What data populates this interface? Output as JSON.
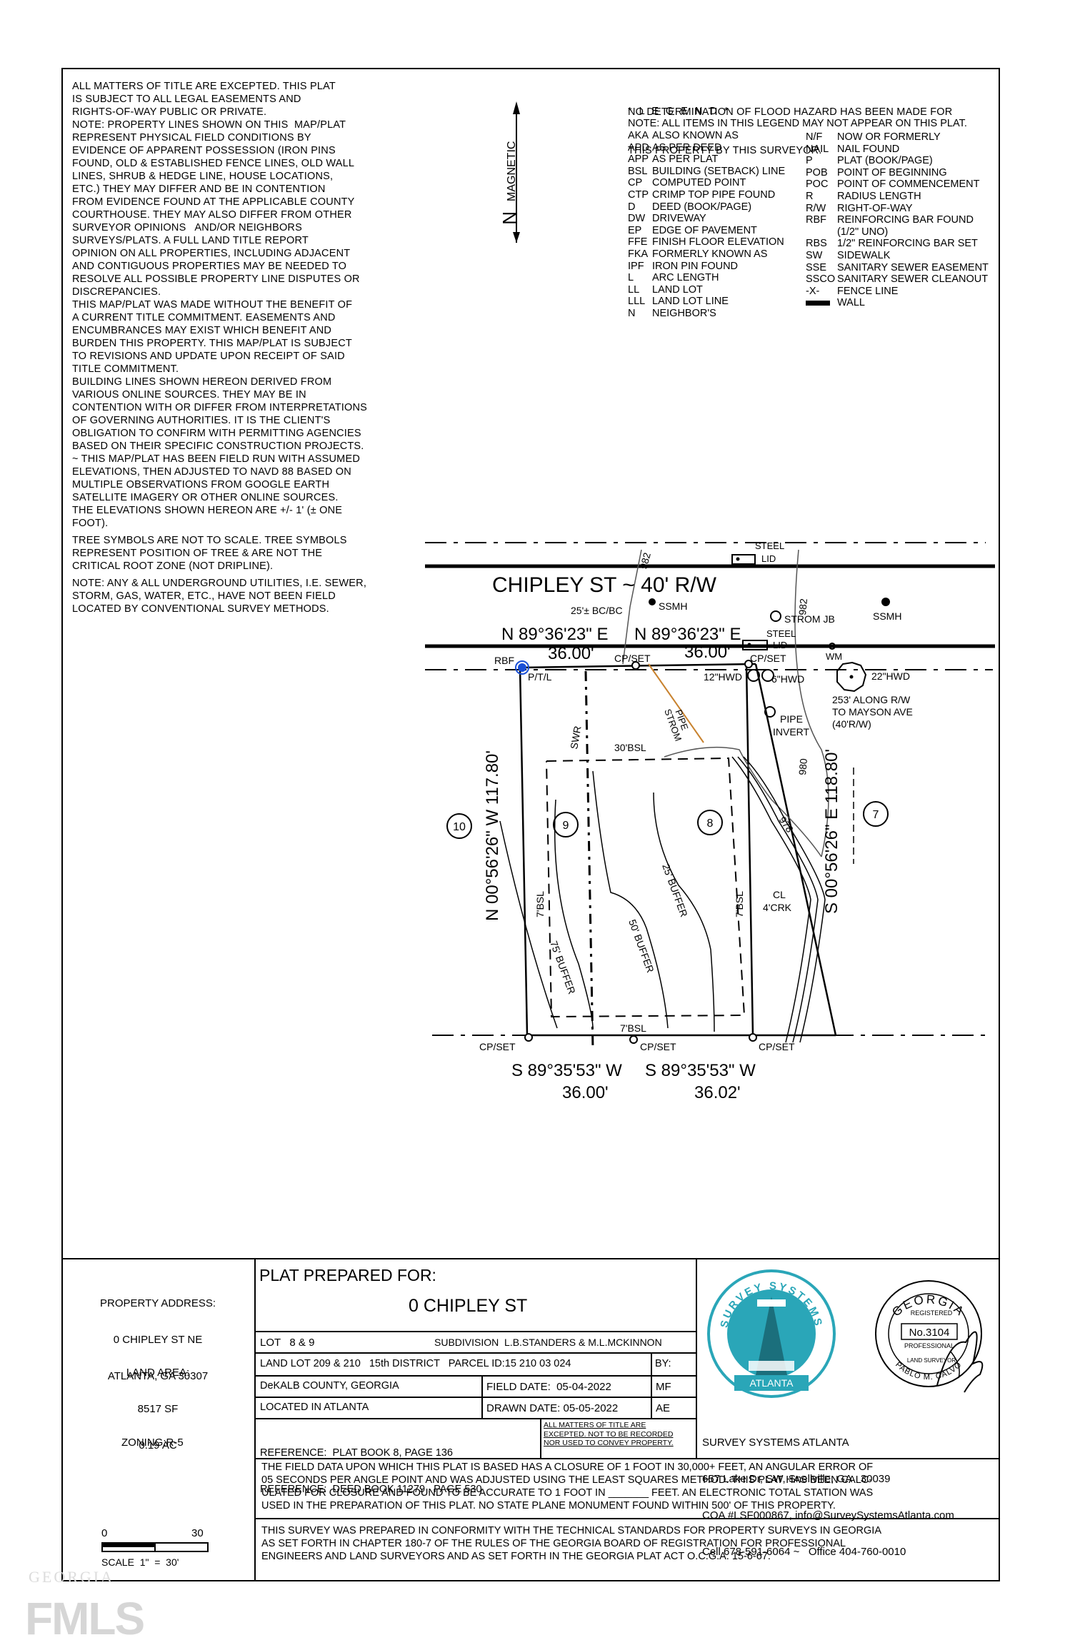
{
  "notes_left": [
    "ALL MATTERS OF TITLE ARE EXCEPTED. THIS PLAT",
    "IS SUBJECT TO ALL LEGAL EASEMENTS AND",
    "RIGHTS-OF-WAY PUBLIC OR PRIVATE.",
    "NOTE: PROPERTY LINES SHOWN ON THIS  MAP/PLAT",
    "REPRESENT PHYSICAL FIELD CONDITIONS BY",
    "EVIDENCE OF APPARENT POSSESSION (IRON PINS",
    "FOUND, OLD & ESTABLISHED FENCE LINES, OLD WALL",
    "LINES, SHRUB & HEDGE LINE, HOUSE LOCATIONS,",
    "ETC.) THEY MAY DIFFER AND BE IN CONTENTION",
    "FROM EVIDENCE FOUND AT THE APPLICABLE COUNTY",
    "COURTHOUSE. THEY MAY ALSO DIFFER FROM OTHER",
    "SURVEYOR OPINIONS   AND/OR NEIGHBORS",
    "SURVEYS/PLATS. A FULL LAND TITLE REPORT",
    "OPINION ON ALL PROPERTIES, INCLUDING ADJACENT",
    "AND CONTIGUOUS PROPERTIES MAY BE NEEDED TO",
    "RESOLVE ALL POSSIBLE PROPERTY LINE DISPUTES OR",
    "DISCREPANCIES.",
    "THIS MAP/PLAT WAS MADE WITHOUT THE BENEFIT OF",
    "A CURRENT TITLE COMMITMENT. EASEMENTS AND",
    "ENCUMBRANCES MAY EXIST WHICH BENEFIT AND",
    "BURDEN THIS PROPERTY. THIS MAP/PLAT IS SUBJECT",
    "TO REVISIONS AND UPDATE UPON RECEIPT OF SAID",
    "TITLE COMMITMENT.",
    "BUILDING LINES SHOWN HEREON DERIVED FROM",
    "VARIOUS ONLINE SOURCES. THEY MAY BE IN",
    "CONTENTION WITH OR DIFFER FROM INTERPRETATIONS",
    "OF GOVERNING AUTHORITIES. IT IS THE CLIENT'S",
    "OBLIGATION TO CONFIRM WITH PERMITTING AGENCIES",
    "BASED ON THEIR SPECIFIC CONSTRUCTION PROJECTS.",
    "~ THIS MAP/PLAT HAS BEEN FIELD RUN WITH ASSUMED",
    "ELEVATIONS, THEN ADJUSTED TO NAVD 88 BASED ON",
    "MULTIPLE OBSERVATIONS FROM GOOGLE EARTH",
    "SATELLITE IMAGERY OR OTHER ONLINE SOURCES.",
    "THE ELEVATIONS SHOWN HEREON ARE +/- 1' (± ONE",
    "FOOT).",
    "",
    "TREE SYMBOLS ARE NOT TO SCALE. TREE SYMBOLS",
    "REPRESENT POSITION OF TREE & ARE NOT THE",
    "CRITICAL ROOT ZONE (NOT DRIPLINE).",
    "",
    "NOTE: ANY & ALL UNDERGROUND UTILITIES, I.E. SEWER,",
    "STORM, GAS, WATER, ETC., HAVE NOT BEEN FIELD",
    "LOCATED BY CONVENTIONAL SURVEY METHODS."
  ],
  "flood_note": [
    "NO DETERMINATION OF FLOOD HAZARD HAS BEEN MADE FOR",
    "THIS PROPERTY BY THIS SURVEYOR."
  ],
  "north_arrow": {
    "label": "MAGNETIC",
    "letter": "N"
  },
  "legend": {
    "title": "* L E G E N D *",
    "note": "NOTE: ALL ITEMS IN THIS LEGEND MAY NOT APPEAR ON THIS PLAT.",
    "left": [
      [
        "AKA",
        "ALSO KNOWN AS"
      ],
      [
        "APD",
        "AS PER DEED"
      ],
      [
        "APP",
        "AS PER PLAT"
      ],
      [
        "BSL",
        "BUILDING (SETBACK) LINE"
      ],
      [
        "CP",
        "COMPUTED POINT"
      ],
      [
        "CTP",
        "CRIMP TOP PIPE FOUND"
      ],
      [
        "D",
        "DEED (BOOK/PAGE)"
      ],
      [
        "DW",
        "DRIVEWAY"
      ],
      [
        "EP",
        "EDGE OF PAVEMENT"
      ],
      [
        "FFE",
        "FINISH FLOOR ELEVATION"
      ],
      [
        "FKA",
        "FORMERLY KNOWN AS"
      ],
      [
        "IPF",
        "IRON PIN FOUND"
      ],
      [
        "L",
        "ARC LENGTH"
      ],
      [
        "LL",
        "LAND LOT"
      ],
      [
        "LLL",
        "LAND LOT LINE"
      ],
      [
        "N",
        "NEIGHBOR'S"
      ]
    ],
    "right": [
      [
        "N/F",
        "NOW OR FORMERLY"
      ],
      [
        "NAIL",
        "NAIL FOUND"
      ],
      [
        "P",
        "PLAT (BOOK/PAGE)"
      ],
      [
        "POB",
        "POINT OF BEGINNING"
      ],
      [
        "POC",
        "POINT OF COMMENCEMENT"
      ],
      [
        "R",
        "RADIUS LENGTH"
      ],
      [
        "R/W",
        "RIGHT-OF-WAY"
      ],
      [
        "RBF",
        "REINFORCING BAR FOUND"
      ],
      [
        "",
        "(1/2\" UNO)"
      ],
      [
        "RBS",
        "1/2\" REINFORCING BAR SET"
      ],
      [
        "SW",
        "SIDEWALK"
      ],
      [
        "SSE",
        "SANITARY SEWER EASEMENT"
      ],
      [
        "SSCO",
        "SANITARY SEWER CLEANOUT"
      ],
      [
        "-X-",
        "FENCE LINE"
      ],
      [
        "",
        "WALL"
      ]
    ]
  },
  "plan": {
    "street": "CHIPLEY ST ~ 40' R/W",
    "steel_lid": "STEEL\nLID",
    "contour_982": "982",
    "bc": "25'± BC/BC",
    "ssmh": "SSMH",
    "storm_jb": "STROM JB",
    "wm": "WM",
    "north_brg_left": "N 89°36'23\" E",
    "north_brg_right": "N 89°36'23\" E",
    "north_dist_left": "36.00'",
    "north_dist_right": "36.00'",
    "cp_set": "CP/SET",
    "rbf": "RBF",
    "ptl": "P/T/L",
    "hwd12": "12\"HWD",
    "hwd6": "6\"HWD",
    "hwd22": "22\"HWD",
    "along": "253' ALONG R/W\nTO MAYSON AVE\n(40'R/W)",
    "pipe_invert": "PIPE\nINVERT",
    "storm_pipe": "STROM\nPIPE",
    "swr": "SWR",
    "bsl30": "30'BSL",
    "bsl7": "7'BSL",
    "contour_980": "980",
    "contour_978": "978",
    "west_brg": "N 00°56'26\" W  117.80'",
    "east_brg": "S 00°56'26\" E  118.80'",
    "lot10": "10",
    "lot9": "9",
    "lot8": "8",
    "lot7": "7",
    "buffer75": "75' BUFFER",
    "buffer50": "50' BUFFER",
    "buffer25": "25' BUFFER",
    "cl_crk": "CL\n4'CRK",
    "south_brg_left": "S 89°35'53\" W",
    "south_brg_right": "S 89°35'53\" W",
    "south_dist_left": "36.00'",
    "south_dist_right": "36.02'"
  },
  "title_block": {
    "property_address_label": "PROPERTY ADDRESS:",
    "address1": "0 CHIPLEY ST NE",
    "address2": "ATLANTA, GA 30307",
    "land_area_label": "LAND AREA:",
    "land_sf": "8517 SF",
    "land_ac": "0.19 AC",
    "zoning": "ZONING:R-5",
    "scale_0": "0",
    "scale_30": "30",
    "scale_label": "SCALE  1\"  =  30'",
    "prepared_for_label": "PLAT PREPARED FOR:",
    "prepared_for": "0 CHIPLEY ST",
    "lot": "LOT   8 & 9",
    "subdivision": "SUBDIVISION  L.B.STANDERS & M.L.MCKINNON",
    "land_lot": "LAND LOT 209 & 210   15th DISTRICT   PARCEL ID:15 210 03 024",
    "by": "BY:",
    "county": "DeKALB COUNTY, GEORGIA",
    "field_date": "FIELD DATE:  05-04-2022",
    "field_initials": "MF",
    "located": "LOCATED IN ATLANTA",
    "drawn_date": "DRAWN DATE: 05-05-2022",
    "drawn_initials": "AE",
    "ref1": "REFERENCE:  PLAT BOOK 8, PAGE 136",
    "ref2": "REFERENCE:  DEED BOOK 11279 , PAGE 530",
    "title_note": "ALL MATTERS OF TITLE ARE\nEXCEPTED. NOT TO BE RECORDED\nNOR USED TO CONVEY PROPERTY.",
    "firm_name": "SURVEY SYSTEMS ATLANTA",
    "firm_addr": "657 Lake Dr, SW, Snellville, GA   30039",
    "firm_coa": "COA #LSF000867, info@SurveySystemsAtlanta.com",
    "firm_phone": "Cell 678-591-6064 ~   Office 404-760-0010",
    "logo_top": "SURVEY SYSTEMS",
    "logo_bottom": "ATLANTA",
    "seal_state": "GEORGIA",
    "seal_registered": "REGISTERED",
    "seal_no": "No.3104",
    "seal_professional": "PROFESSIONAL",
    "seal_name": "PABLO M. CALVO",
    "seal_land": "LAND SURVEYOR",
    "closure_note": "THE FIELD DATA UPON WHICH THIS PLAT IS BASED HAS A CLOSURE OF 1 FOOT IN 30,000+ FEET, AN ANGULAR ERROR OF\n05 SECONDS PER ANGLE POINT AND WAS ADJUSTED USING THE LEAST SQUARES METHOD. THIS PLAT HAS BEEN CALC-\nULATED FOR CLOSURE AND FOUND TO BE ACCURATE TO 1 FOOT IN _______ FEET. AN ELECTRONIC TOTAL STATION WAS\nUSED IN THE PREPARATION OF THIS PLAT. NO STATE PLANE MONUMENT FOUND WITHIN 500' OF THIS PROPERTY.",
    "conformity_note": "THIS SURVEY WAS PREPARED IN CONFORMITY WITH THE TECHNICAL STANDARDS FOR PROPERTY SURVEYS IN GEORGIA\nAS SET FORTH IN CHAPTER 180-7 OF THE RULES OF THE GEORGIA BOARD OF REGISTRATION FOR PROFESSIONAL\nENGINEERS AND LAND SURVEYORS AND AS SET FORTH IN THE GEORGIA PLAT ACT O.C.G.A. 15-6-67."
  },
  "watermark": {
    "top": "GEORGIA",
    "main": "FMLS"
  },
  "colors": {
    "ink": "#000000",
    "logo_teal": "#2aa6b8",
    "storm_pipe": "#c8822e",
    "rbf_blue": "#1a4fd6"
  }
}
